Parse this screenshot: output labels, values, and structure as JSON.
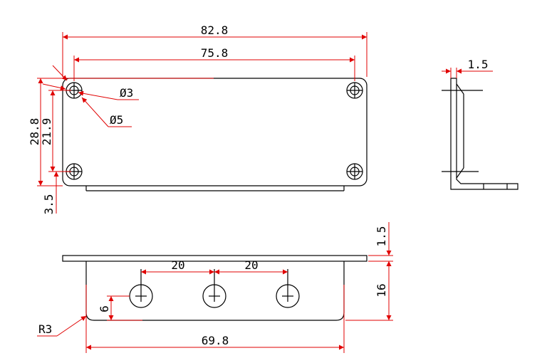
{
  "views": {
    "top": {
      "overall_length": "82.8",
      "hole_spacing_x": "75.8",
      "overall_height": "28.8",
      "hole_spacing_y": "21.9",
      "edge_offset": "3.5",
      "inner_hole": "Ø3",
      "outer_hole": "Ø5"
    },
    "side": {
      "thickness": "1.5"
    },
    "front": {
      "thickness": "1.5",
      "height": "16",
      "spacing_left": "20",
      "spacing_right": "20",
      "hole_offset": "6",
      "corner_radius": "R3",
      "width": "69.8"
    }
  },
  "colors": {
    "geometry": "#000000",
    "dimension": "#e00000"
  }
}
